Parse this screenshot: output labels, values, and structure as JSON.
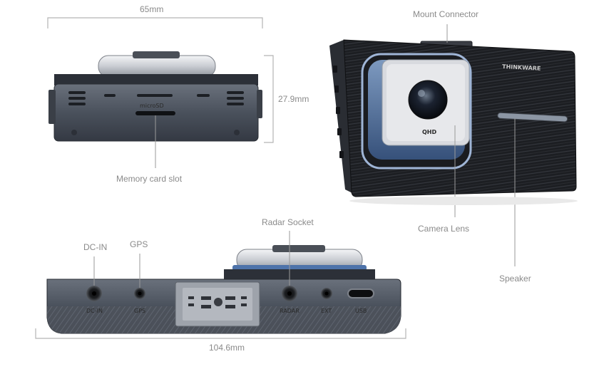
{
  "dimensions": {
    "width": "65mm",
    "height": "27.9mm",
    "length": "104.6mm"
  },
  "labels": {
    "memory_card_slot": "Memory card slot",
    "mount_connector": "Mount Connector",
    "camera_lens": "Camera Lens",
    "speaker": "Speaker",
    "dc_in": "DC-IN",
    "gps": "GPS",
    "radar_socket": "Radar Socket"
  },
  "device_markings": {
    "sd_slot": "microSD",
    "brand": "THINKWARE",
    "lens_badge": "QHD",
    "port_dc_in": "DC-IN",
    "port_gps": "GPS",
    "port_radar": "RADAR",
    "port_ext": "EXT",
    "port_usb": "USB"
  },
  "colors": {
    "label_text": "#8a8a8a",
    "dimension_line": "#b5b5b5",
    "body_dark": "#3a3f48",
    "accent_blue": "#6f8fbf"
  }
}
